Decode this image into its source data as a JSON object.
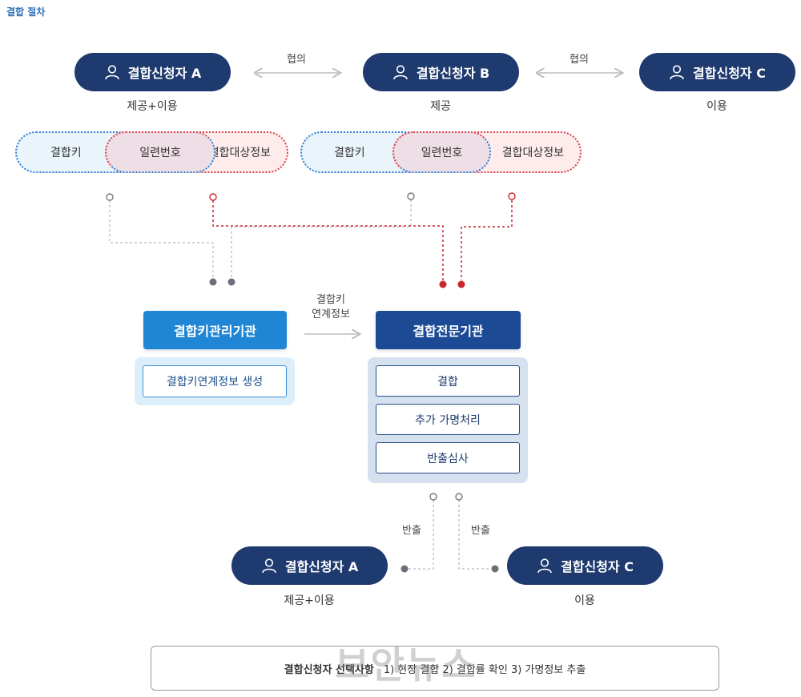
{
  "page_title": "결합 절차",
  "top_requesters": [
    {
      "name": "결합신청자 A",
      "role": "제공+이용"
    },
    {
      "name": "결합신청자 B",
      "role": "제공"
    },
    {
      "name": "결합신청자 C",
      "role": "이용"
    }
  ],
  "consultation_label": "협의",
  "info_groups": [
    {
      "key": "결합키",
      "serial": "일련번호",
      "target": "결합대상정보"
    },
    {
      "key": "결합키",
      "serial": "일련번호",
      "target": "결합대상정보"
    }
  ],
  "key_agency": {
    "title": "결합키관리기관",
    "task": "결합키연계정보 생성"
  },
  "link_info_label": [
    "결합키",
    "연계정보"
  ],
  "expert_agency": {
    "title": "결합전문기관",
    "tasks": [
      "결합",
      "추가 가명처리",
      "반출심사"
    ]
  },
  "export_label": "반출",
  "bottom_requesters": [
    {
      "name": "결합신청자 A",
      "role": "제공+이용"
    },
    {
      "name": "결합신청자 C",
      "role": "이용"
    }
  ],
  "selection_box": {
    "label": "결합신청자 선택사항",
    "text": "1) 현장 결합  2) 결합률 확인  3) 가명정보 추출"
  },
  "watermark": "보안뉴스",
  "colors": {
    "navy": "#1e3a6e",
    "key_agency_blue": "#1f86d6",
    "expert_agency_navy": "#1c4a95",
    "key_dotted_blue": "#2d7fd3",
    "target_dotted_red": "#d9434b",
    "connector_gray": "#bbbbbb",
    "connector_red": "#c9252c"
  },
  "icons": {
    "requester": "person-icon",
    "arrow": "arrow-right-icon",
    "double_arrow": "double-arrow-icon"
  }
}
